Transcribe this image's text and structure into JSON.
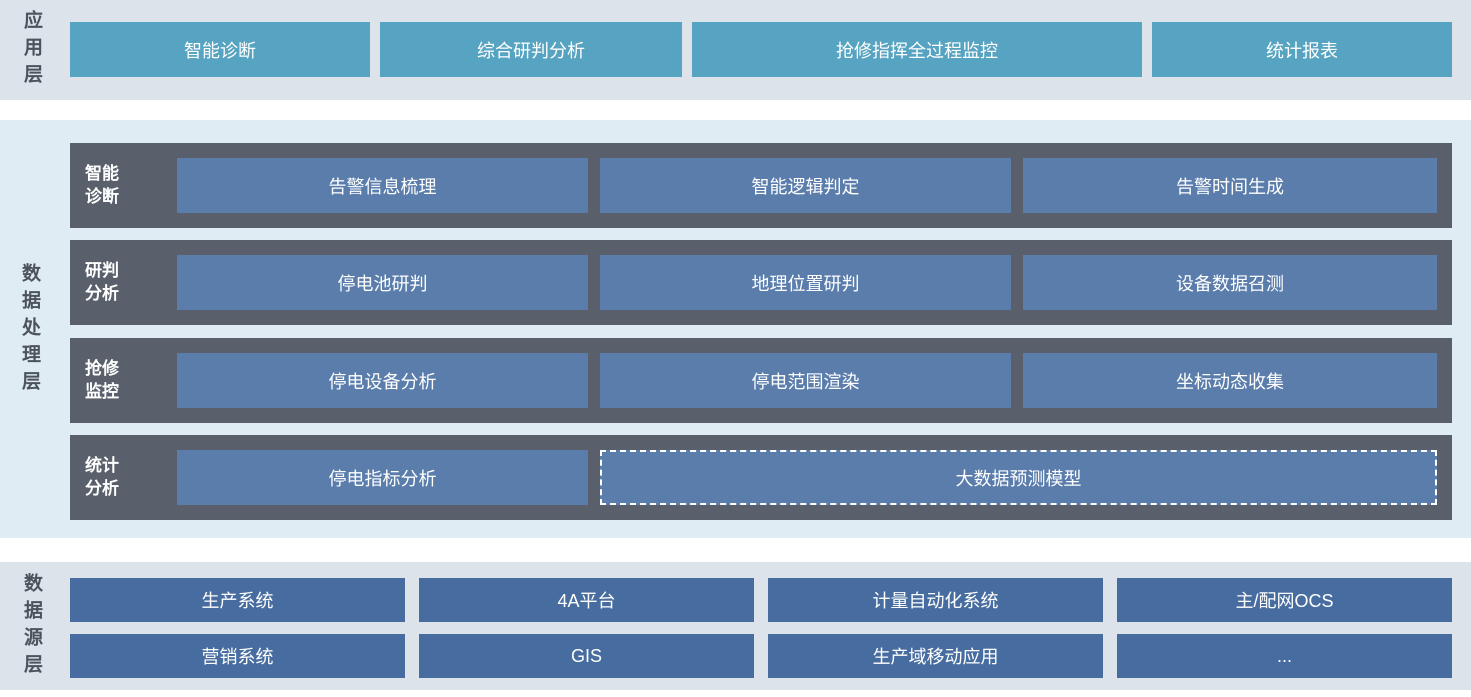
{
  "colors": {
    "bg-gray": "#dce3ea",
    "bg-blue": "#dfecf4",
    "teal": "#56a4c1",
    "dark-row": "#59606b",
    "mid-blue": "#5a7dac",
    "deep-blue": "#476da0",
    "label-text": "#4d535c",
    "btn-text": "#ffffff"
  },
  "app_layer": {
    "label": "应用层",
    "buttons": [
      "智能诊断",
      "综合研判分析",
      "抢修指挥全过程监控",
      "统计报表"
    ]
  },
  "processing_layer": {
    "label": "数据处理层",
    "rows": [
      {
        "label": "智能诊断",
        "buttons": [
          "告警信息梳理",
          "智能逻辑判定",
          "告警时间生成"
        ]
      },
      {
        "label": "研判分析",
        "buttons": [
          "停电池研判",
          "地理位置研判",
          "设备数据召测"
        ]
      },
      {
        "label": "抢修监控",
        "buttons": [
          "停电设备分析",
          "停电范围渲染",
          "坐标动态收集"
        ]
      },
      {
        "label": "统计分析",
        "buttons": [
          "停电指标分析"
        ],
        "wide_button": "大数据预测模型"
      }
    ]
  },
  "source_layer": {
    "label": "数据源层",
    "rows": [
      [
        "生产系统",
        "4A平台",
        "计量自动化系统",
        "主/配网OCS"
      ],
      [
        "营销系统",
        "GIS",
        "生产域移动应用",
        "..."
      ]
    ]
  }
}
